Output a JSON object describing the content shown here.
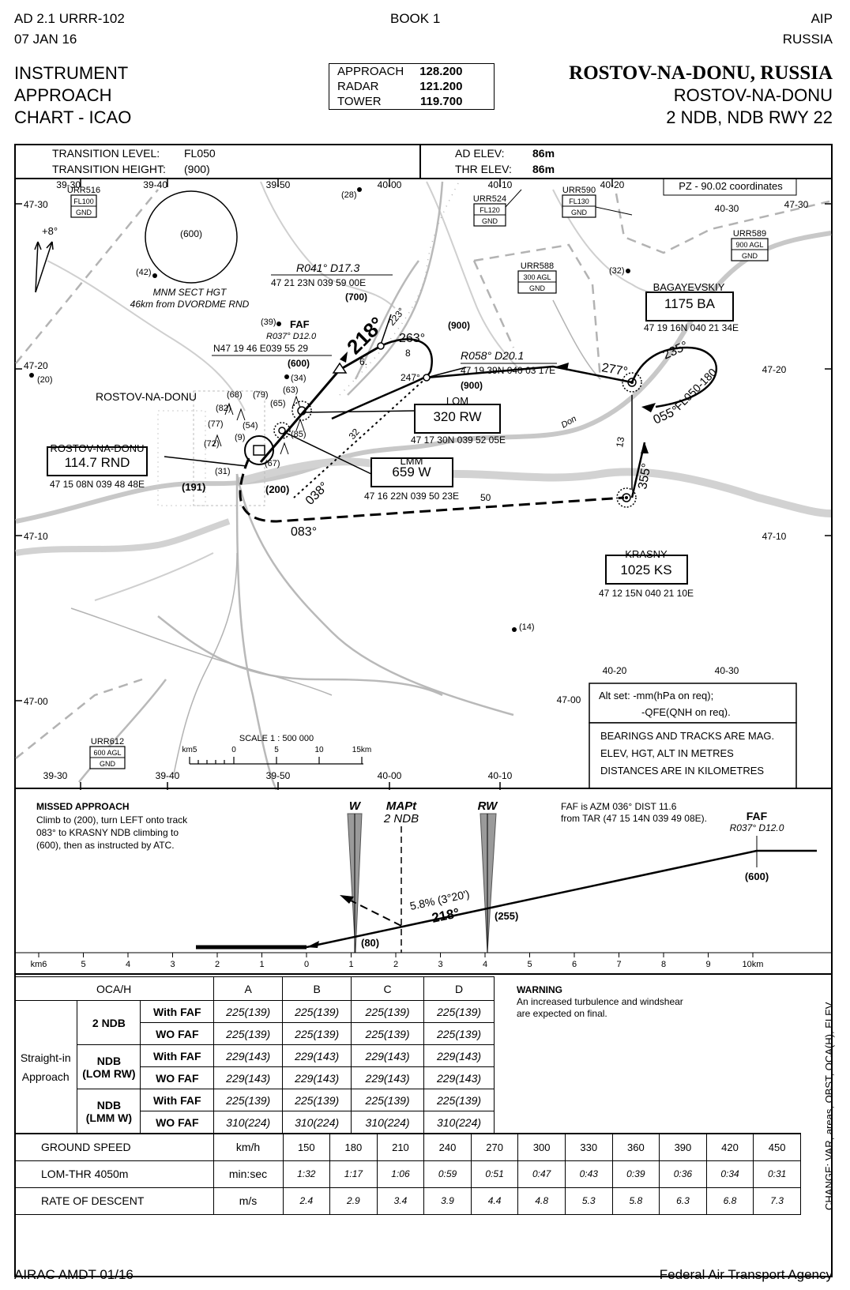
{
  "header": {
    "doc_ref": "AD 2.1 URRR-102",
    "date": "07 JAN 16",
    "book": "BOOK 1",
    "aip": "AIP",
    "country": "RUSSIA"
  },
  "title": {
    "line1": "INSTRUMENT",
    "line2": "APPROACH",
    "line3": "CHART - ICAO",
    "airport": "ROSTOV-NA-DONU, RUSSIA",
    "city": "ROSTOV-NA-DONU",
    "procedure": "2 NDB, NDB RWY 22"
  },
  "frequencies": [
    {
      "name": "APPROACH",
      "value": "128.200"
    },
    {
      "name": "RADAR",
      "value": "121.200"
    },
    {
      "name": "TOWER",
      "value": "119.700"
    }
  ],
  "levels": {
    "tl_label": "TRANSITION LEVEL:",
    "tl_value": "FL050",
    "th_label": "TRANSITION HEIGHT:",
    "th_value": "(900)",
    "ad_label": "AD ELEV:",
    "ad_value": "86m",
    "thr_label": "THR ELEV:",
    "thr_value": "86m"
  },
  "plan": {
    "pz_note": "PZ - 90.02 coordinates",
    "grid_top": [
      "39-30",
      "39-40",
      "39-50",
      "40-00",
      "40-10",
      "40-20",
      "40-30"
    ],
    "grid_bottom": [
      "39-30",
      "39-40",
      "39-50",
      "40-00",
      "40-10"
    ],
    "grid_inner": [
      "40-20",
      "40-30"
    ],
    "lat_left": [
      "47-30",
      "47-20",
      "47-10",
      "47-00"
    ],
    "lat_right": [
      "47-30",
      "47-20",
      "47-10"
    ],
    "lat_inner": "47-00",
    "var": "+8°",
    "msa_text1": "MNM SECT HGT",
    "msa_text2": "46km from DVORDME RND",
    "msa_value": "(600)",
    "areas": {
      "urr516": {
        "name": "URR516",
        "l1": "FL100",
        "l2": "GND"
      },
      "urr524": {
        "name": "URR524",
        "l1": "FL120",
        "l2": "GND"
      },
      "urr590": {
        "name": "URR590",
        "l1": "FL130",
        "l2": "GND"
      },
      "urr589": {
        "name": "URR589",
        "l1": "900 AGL",
        "l2": "GND"
      },
      "urr588": {
        "name": "URR588",
        "l1": "300 AGL",
        "l2": "GND"
      },
      "urr612": {
        "name": "URR612",
        "l1": "600 AGL",
        "l2": "GND"
      }
    },
    "obst": [
      "(28)",
      "(42)",
      "(32)",
      "(39)",
      "(34)",
      "(20)",
      "(68)",
      "(79)",
      "(82)",
      "(77)",
      "(63)",
      "(65)",
      "(54)",
      "(9)",
      "(72)",
      "(85)",
      "(67)",
      "(31)",
      "(14)"
    ],
    "city_label": "ROSTOV-NA-DONU",
    "fix_r041": {
      "l1": "R041° D17.3",
      "l2": "47 21 23N 039 59 00E",
      "alt": "(700)"
    },
    "faf": {
      "name": "FAF",
      "l1": "R037° D12.0",
      "l2": "N47 19 46 E039 55 29",
      "alt": "(600)"
    },
    "fix_r058": {
      "l1": "R058° D20.1",
      "l2": "47 19 39N 040 03 17E",
      "alt": "(900)"
    },
    "alt900": "(900)",
    "bagayevskiy": {
      "name": "BAGAYEVSKIY",
      "ident": "1175 BA",
      "coord": "47 19 16N 040 21 34E"
    },
    "lom": {
      "name": "LOM",
      "ident": "320 RW",
      "coord": "47 17 30N 039 52 05E"
    },
    "lmm": {
      "name": "LMM",
      "ident": "659 W",
      "coord": "47 16 22N 039 50 23E"
    },
    "rnd": {
      "name": "ROSTOV-NA-DONU",
      "ident": "114.7 RND",
      "coord": "47 15 08N 039 48 48E"
    },
    "krasny": {
      "name": "KRASNY",
      "ident": "1025 KS",
      "coord": "47 12 15N 040 21 10E"
    },
    "alt191": "(191)",
    "alt200": "(200)",
    "tracks": {
      "t218": "218°",
      "t223": "223°",
      "t263": "263°",
      "t247": "247°",
      "t277": "277°",
      "t235": "235°",
      "t055": "055°",
      "t355": "355°",
      "t038": "038°",
      "t083": "083°",
      "hold": "FL050-180"
    },
    "dist": {
      "d6": "6.",
      "d8": "8",
      "d32": "32",
      "d13": "13",
      "d50": "50"
    },
    "river": "Don",
    "alt_set1": "Alt set: -mm(hPa on req);",
    "alt_set2": "-QFE(QNH on req).",
    "notes": [
      "BEARINGS AND TRACKS ARE MAG.",
      "ELEV, HGT, ALT IN METRES",
      "DISTANCES ARE IN KILOMETRES"
    ],
    "scale_title": "SCALE 1 : 500 000",
    "scale_labels": [
      "km5",
      "0",
      "5",
      "10",
      "15km"
    ]
  },
  "profile": {
    "missed_title": "MISSED APPROACH",
    "missed_lines": [
      "Climb to (200), turn LEFT onto track",
      "083° to KRASNY NDB climbing to",
      "(600), then as instructed by ATC."
    ],
    "w": "W",
    "mapt1": "MAPt",
    "mapt2": "2 NDB",
    "rw": "RW",
    "faf_note1": "FAF is AZM 036° DIST 11.6",
    "faf_note2": "from TAR (47 15 14N 039 49 08E).",
    "faf": "FAF",
    "faf_sub": "R037° D12.0",
    "alt600": "(600)",
    "slope": "5.8% (3°20')",
    "track": "218°",
    "alt255": "(255)",
    "alt80": "(80)",
    "scale": [
      "km6",
      "5",
      "4",
      "3",
      "2",
      "1",
      "0",
      "1",
      "2",
      "3",
      "4",
      "5",
      "6",
      "7",
      "8",
      "9",
      "10km"
    ]
  },
  "minima": {
    "header": "OCA/H",
    "cats": [
      "A",
      "B",
      "C",
      "D"
    ],
    "straight_in1": "Straight-in",
    "straight_in2": "Approach",
    "groups": [
      {
        "name": "2 NDB",
        "name2": "",
        "rows": [
          {
            "label": "With FAF",
            "vals": [
              "225(139)",
              "225(139)",
              "225(139)",
              "225(139)"
            ]
          },
          {
            "label": "WO FAF",
            "vals": [
              "225(139)",
              "225(139)",
              "225(139)",
              "225(139)"
            ]
          }
        ]
      },
      {
        "name": "NDB",
        "name2": "(LOM RW)",
        "rows": [
          {
            "label": "With FAF",
            "vals": [
              "229(143)",
              "229(143)",
              "229(143)",
              "229(143)"
            ]
          },
          {
            "label": "WO FAF",
            "vals": [
              "229(143)",
              "229(143)",
              "229(143)",
              "229(143)"
            ]
          }
        ]
      },
      {
        "name": "NDB",
        "name2": "(LMM W)",
        "rows": [
          {
            "label": "With FAF",
            "vals": [
              "225(139)",
              "225(139)",
              "225(139)",
              "225(139)"
            ]
          },
          {
            "label": "WO FAF",
            "vals": [
              "310(224)",
              "310(224)",
              "310(224)",
              "310(224)"
            ]
          }
        ]
      }
    ],
    "warning_title": "WARNING",
    "warning_l1": "An increased turbulence and windshear",
    "warning_l2": "are expected on final."
  },
  "speed_table": [
    {
      "label": "GROUND SPEED",
      "unit": "km/h",
      "vals": [
        "150",
        "180",
        "210",
        "240",
        "270",
        "300",
        "330",
        "360",
        "390",
        "420",
        "450"
      ]
    },
    {
      "label": "LOM-THR   4050m",
      "unit": "min:sec",
      "vals": [
        "1:32",
        "1:17",
        "1:06",
        "0:59",
        "0:51",
        "0:47",
        "0:43",
        "0:39",
        "0:36",
        "0:34",
        "0:31"
      ]
    },
    {
      "label": "RATE OF DESCENT",
      "unit": "m/s",
      "vals": [
        "2.4",
        "2.9",
        "3.4",
        "3.9",
        "4.4",
        "4.8",
        "5.3",
        "5.8",
        "6.3",
        "6.8",
        "7.3"
      ]
    }
  ],
  "side_change": "CHANGE: VAR, areas, OBST, OCA(H), ELEV",
  "footer": {
    "left": "AIRAC AMDT 01/16",
    "right": "Federal Air Transport Agency"
  }
}
